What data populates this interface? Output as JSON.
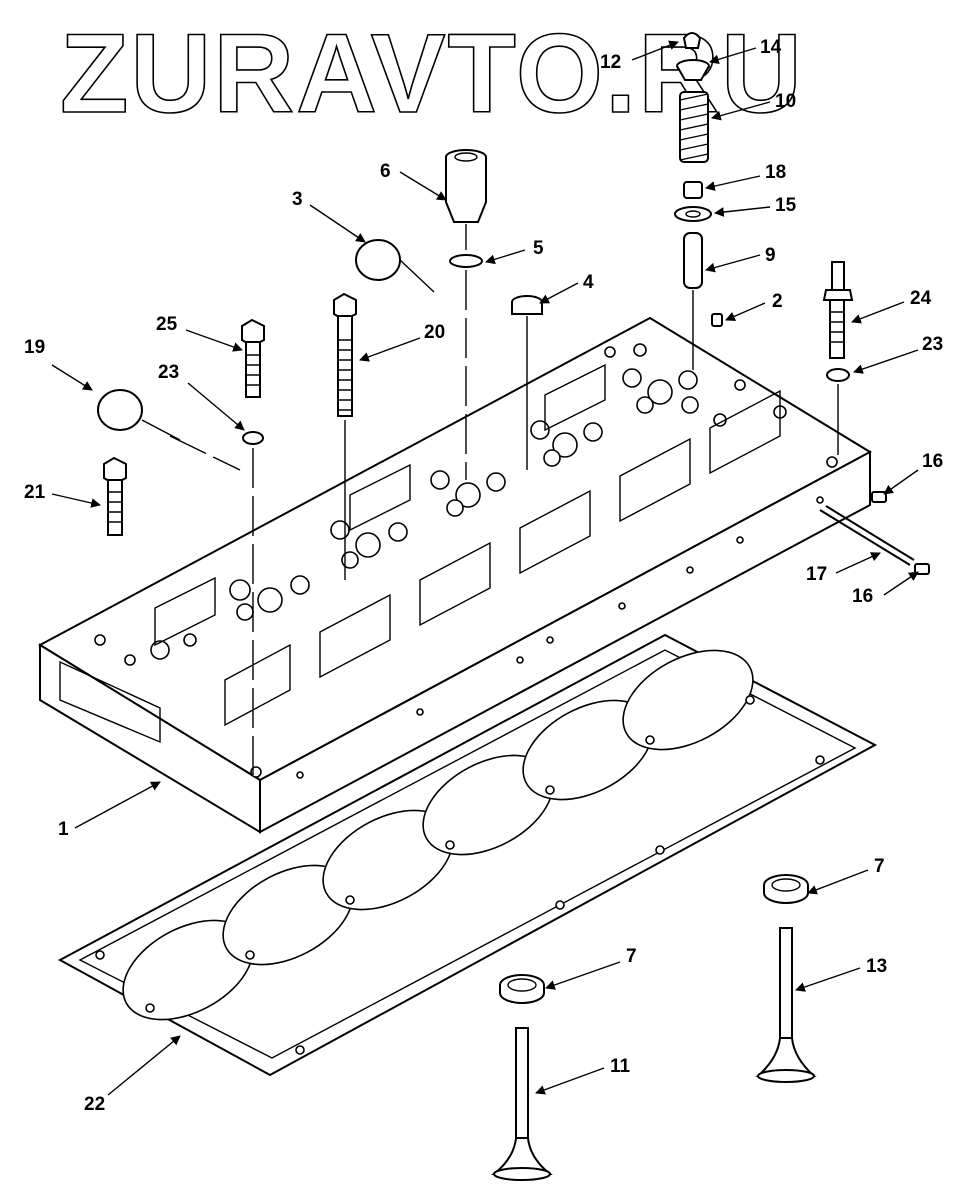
{
  "watermark": "ZURAVTO.RU",
  "callouts": {
    "c1": "1",
    "c2": "2",
    "c3": "3",
    "c4": "4",
    "c5": "5",
    "c6": "6",
    "c7a": "7",
    "c7b": "7",
    "c9": "9",
    "c10": "10",
    "c11": "11",
    "c12": "12",
    "c13": "13",
    "c14": "14",
    "c15": "15",
    "c16a": "16",
    "c16b": "16",
    "c17": "17",
    "c18": "18",
    "c19": "19",
    "c20": "20",
    "c21": "21",
    "c22": "22",
    "c23a": "23",
    "c23b": "23",
    "c24": "24",
    "c25": "25"
  }
}
